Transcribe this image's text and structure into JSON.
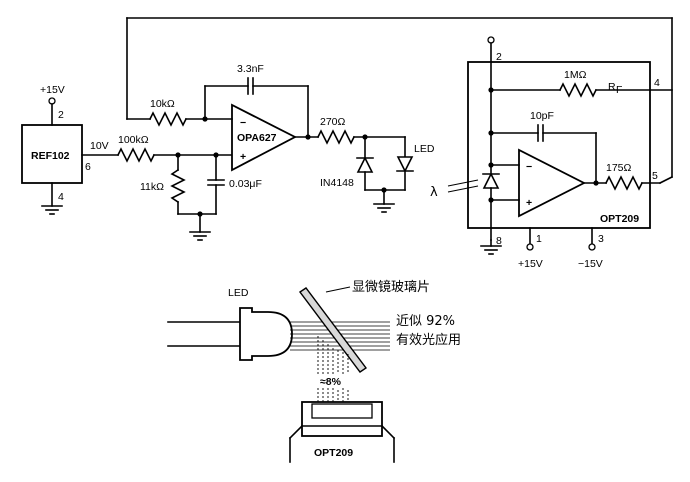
{
  "circuit": {
    "ref": {
      "name": "REF102",
      "supply": "+15V",
      "pin_top": "2",
      "pin_out": "6",
      "pin_gnd": "4",
      "out_voltage": "10V"
    },
    "resistors": {
      "r_in": "100kΩ",
      "r_div": "11kΩ",
      "r_fb": "10kΩ",
      "r_led": "270Ω",
      "r_out": "175Ω",
      "r_f": "1MΩ",
      "r_f_name": "R",
      "r_f_sub": "F"
    },
    "capacitors": {
      "c_fb": "3.3nF",
      "c_filt": "0.03μF",
      "c_opt": "10pF"
    },
    "opamp": {
      "name": "OPA627",
      "minus": "−",
      "plus": "+"
    },
    "diode": {
      "name": "IN4148"
    },
    "led": {
      "label": "LED"
    },
    "opt": {
      "name": "OPT209",
      "lambda": "λ",
      "pin2": "2",
      "pin4": "4",
      "pin5": "5",
      "pin8": "8",
      "pin1": "1",
      "pin3": "3",
      "v1": "+15V",
      "v3": "−15V",
      "minus": "−",
      "plus": "+"
    }
  },
  "optics": {
    "led_label": "LED",
    "glass_label": "显微镜玻璃片",
    "pct_line": "近似 92%",
    "use_line": "有效光应用",
    "reflect": "≈8%",
    "sensor": "OPT209"
  }
}
